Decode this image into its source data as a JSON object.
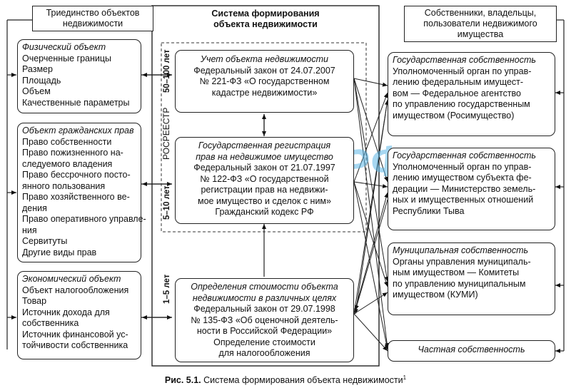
{
  "left_header": [
    "Триединство объектов",
    "недвижимости"
  ],
  "center_header": [
    "Система формирования",
    "объекта недвижимости"
  ],
  "right_header": [
    "Собственники, владельцы,",
    "пользователи недвижимого",
    "имущества"
  ],
  "rosreestr_label": "РОСРЕЕСТР",
  "period_top": "50–100 лет",
  "period_mid": "5–10 лет",
  "period_bottom": "1–5 лет",
  "watermark": "Сxемо РФ",
  "left_boxes": [
    {
      "title": "Физический объект",
      "lines": [
        "Очерченные границы",
        "Размер",
        "Площадь",
        "Объем",
        "Качественные параметры"
      ]
    },
    {
      "title": "Объект гражданских прав",
      "lines": [
        "Право собственности",
        "Право пожизненного на-",
        "следуемого владения",
        "Право бессрочного посто-",
        "янного пользования",
        "Право хозяйственного ве-",
        "дения",
        "Право оперативного управле-",
        "ния",
        "Сервитуты",
        "Другие виды прав"
      ]
    },
    {
      "title": "Экономический объект",
      "lines": [
        "Объект налогообложения",
        "Товар",
        "Источник дохода для",
        "собственника",
        "Источник финансовой ус-",
        "тойчивости собственника"
      ]
    }
  ],
  "center_boxes": [
    {
      "title": [
        "Учет объекта недвижимости"
      ],
      "lines": [
        "Федеральный закон от 24.07.2007",
        "№ 221-ФЗ «О государственном",
        "кадастре недвижимости»"
      ]
    },
    {
      "title": [
        "Государственная регистрация",
        "прав на недвижимое имущество"
      ],
      "lines": [
        "Федеральный закон от 21.07.1997",
        "№ 122-ФЗ «О государственной",
        "регистрации прав на недвижи-",
        "мое имущество и сделок с ним»",
        "Гражданский кодекс РФ"
      ]
    },
    {
      "title": [
        "Определения стоимости объекта",
        "недвижимости в различных целях"
      ],
      "lines": [
        "Федеральный закон от 29.07.1998",
        "№ 135-ФЗ «Об оценочной деятель-",
        "ности в Российской Федерации»",
        "Определение стоимости",
        "для налогообложения"
      ]
    }
  ],
  "right_boxes": [
    {
      "title": "Государственная собственность",
      "lines": [
        "Уполномоченный орган по управ-",
        "лению федеральным имущест-",
        "вом — Федеральное агентство",
        "по управлению государственным",
        "имуществом (Росимущество)"
      ]
    },
    {
      "title": "Государственная собственность",
      "lines": [
        "Уполномоченный орган по управ-",
        "лению имуществом субъекта фе-",
        "дерации — Министерство земель-",
        "ных и имущественных отношений",
        "Республики Тыва"
      ]
    },
    {
      "title": "Муниципальная собственность",
      "lines": [
        "Органы управления муниципаль-",
        "ным имуществом — Комитеты",
        "по управлению муниципальным",
        "имуществом (КУМИ)"
      ]
    },
    {
      "title": "Частная собственность",
      "lines": []
    }
  ],
  "caption_prefix": "Рис. 5.1.",
  "caption_text": " Система формирования объекта недвижимости",
  "caption_sup": "1"
}
